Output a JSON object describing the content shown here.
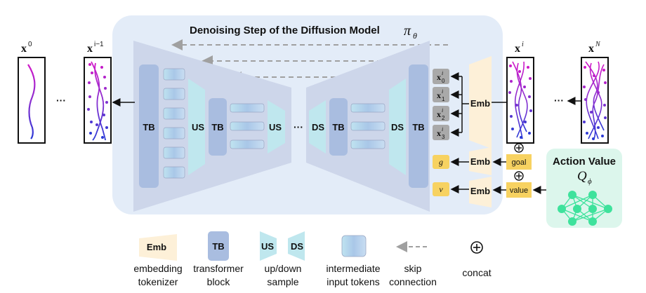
{
  "title": "Denoising Step of the Diffusion Model",
  "title_symbol": "π",
  "title_symbol_sub": "θ",
  "blocks": {
    "tb": "TB",
    "us": "US",
    "ds": "DS",
    "emb": "Emb",
    "ellipsis": "···"
  },
  "trajectories": {
    "x0": {
      "base": "x",
      "sup": "0"
    },
    "xim1": {
      "base": "x",
      "sup": "i−1"
    },
    "xi": {
      "base": "x",
      "sup": "i"
    },
    "xN": {
      "base": "x",
      "sup": "N"
    },
    "left_dots": "···",
    "right_dots": "···"
  },
  "tokens": [
    {
      "base": "x",
      "sup": "i",
      "sub": "0"
    },
    {
      "base": "x",
      "sup": "i",
      "sub": "1"
    },
    {
      "base": "x",
      "sup": "i",
      "sub": "2"
    },
    {
      "base": "x",
      "sup": "i",
      "sub": "3"
    }
  ],
  "goal_token": "g",
  "value_token": "v",
  "goal_label": "goal",
  "value_label": "value",
  "action_value": {
    "title": "Action Value",
    "symbol": "Q",
    "symbol_sub": "ϕ"
  },
  "legend": {
    "emb": {
      "icon": "Emb",
      "line1": "embedding",
      "line2": "tokenizer"
    },
    "tb": {
      "icon": "TB",
      "line1": "transformer",
      "line2": "block"
    },
    "updown": {
      "icon_us": "US",
      "icon_ds": "DS",
      "line1": "up/down",
      "line2": "sample"
    },
    "intermediate": {
      "line1": "intermediate",
      "line2": "input tokens"
    },
    "skip": {
      "line1": "skip",
      "line2": "connection"
    },
    "concat": {
      "line1": "concat"
    }
  },
  "colors": {
    "panel_bg": "#e3ecf8",
    "unet_fill": "#cdd6ea",
    "tb_fill": "#a9bde0",
    "sample_fill": "#bfe7ee",
    "emb_fill": "#fdf0d8",
    "token_yellow": "#f7d261",
    "token_gray": "#a9a9a9",
    "nn_green": "#3ee29c",
    "nn_bg": "#dcf6ec"
  }
}
